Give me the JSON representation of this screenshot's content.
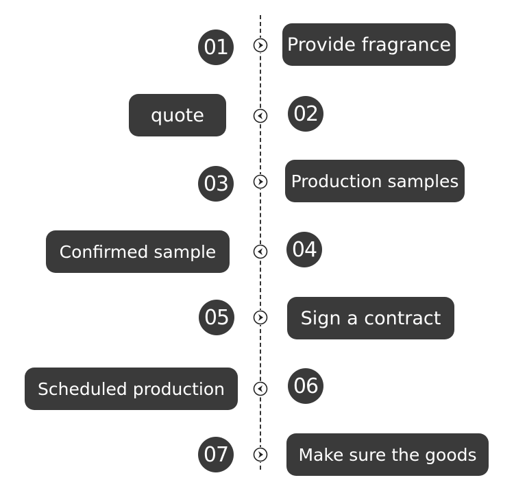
{
  "steps": [
    {
      "number": "01",
      "label": "Provide fragrance",
      "side": "right"
    },
    {
      "number": "02",
      "label": "quote",
      "side": "left"
    },
    {
      "number": "03",
      "label": "Production samples",
      "side": "right"
    },
    {
      "number": "04",
      "label": "Confirmed sample",
      "side": "left"
    },
    {
      "number": "05",
      "label": "Sign a contract",
      "side": "right"
    },
    {
      "number": "06",
      "label": "Scheduled production",
      "side": "left"
    },
    {
      "number": "07",
      "label": "Make sure the goods",
      "side": "right"
    }
  ],
  "colors": {
    "badge": "#3a3a3a",
    "text": "#ffffff",
    "line": "#333333"
  },
  "icons": {
    "right_arrow": "chevron-right-circle-icon",
    "left_arrow": "chevron-left-circle-icon"
  }
}
